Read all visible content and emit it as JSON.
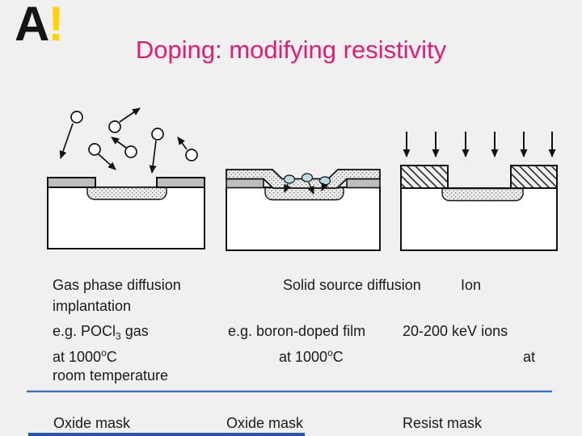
{
  "title": "Doping: modifying resistivity",
  "logo": {
    "letter": "A",
    "exclamation": "!"
  },
  "colors": {
    "background": "#f0f0f0",
    "title_pink": "#e31c71",
    "body_text": "#1a1a1a",
    "divider_blue": "#3273d9",
    "bottom_bar_blue": "#2a55a4",
    "logo_black": "#141414",
    "logo_yellow": "#ffd400",
    "oxide_mask_gray": "#bdbdbd",
    "dopant_atom_blue": "#b9dbe3"
  },
  "columns": {
    "row_method": {
      "col1": "Gas phase diffusion",
      "col2": "Solid source diffusion",
      "col3": "Ion",
      "col3_wrap": "implantation"
    },
    "row_example": {
      "col1_main": "e.g. POCl",
      "col1_sub": "3",
      "col1_tail": " gas",
      "col2": "e.g. boron-doped film",
      "col3": "20-200 keV ions"
    },
    "row_temp": {
      "col1_main": "at 1000",
      "col1_sup": "o",
      "col1_tail": "C",
      "col2_main": "at 1000",
      "col2_sup": "o",
      "col2_tail": "C",
      "col3": "at",
      "col3_wrap": "room temperature"
    },
    "row_mask": {
      "col1": "Oxide mask",
      "col2": "Oxide mask",
      "col3": "Resist mask"
    }
  },
  "diagrams": {
    "left": "gas phase diffusion: wafer with oxide mask, dopant gas molecules moving above opening, stippled doped region",
    "middle": "solid source diffusion: boron-doped film over oxide-masked wafer, boron atoms diffusing down into doped region",
    "right": "ion implantation: vertical ion beam arrows onto resist-masked wafer with doped region"
  }
}
